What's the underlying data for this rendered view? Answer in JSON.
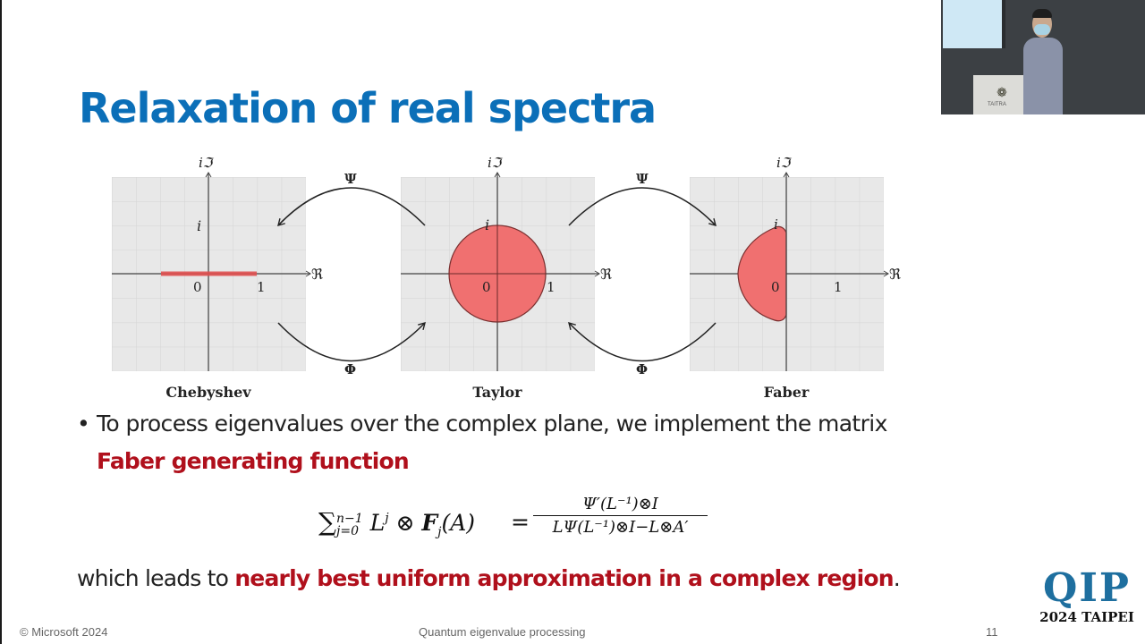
{
  "slide": {
    "title": "Relaxation of real spectra",
    "diagram": {
      "panels": [
        {
          "caption": "Chebyshev",
          "region": "segment [-1, 1] on real axis",
          "labels": {
            "imag_axis": "iℑ",
            "real_axis": "ℜ",
            "i": "i",
            "zero": "0",
            "one": "1"
          }
        },
        {
          "caption": "Taylor",
          "region": "unit disk",
          "labels": {
            "imag_axis": "iℑ",
            "real_axis": "ℜ",
            "i": "i",
            "zero": "0",
            "one": "1"
          }
        },
        {
          "caption": "Faber",
          "region": "left half-disk (Re ≤ 0)",
          "labels": {
            "imag_axis": "iℑ",
            "real_axis": "ℜ",
            "i": "i",
            "zero": "0",
            "one": "1"
          }
        }
      ],
      "maps": {
        "psi": "Ψ",
        "phi": "Φ"
      },
      "colors": {
        "region_fill": "#f07070",
        "grid_bg": "#e8e8e8",
        "grid_line": "#d4d4d4"
      }
    },
    "bullet": {
      "text": "To process eigenvalues over the complex plane, we implement the matrix",
      "highlight": "Faber generating function"
    },
    "formula": {
      "lhs_sum": "∑",
      "lhs_sup": "n−1",
      "lhs_sub": "j=0",
      "lhs_body_1": "L",
      "lhs_body_1_sup": "j",
      "lhs_body_2": " ⊗ ",
      "lhs_body_3": "F",
      "lhs_body_3_sub": "j",
      "lhs_body_4": "(A)",
      "equals": "=",
      "numerator": "Ψ′(L⁻¹)⊗I",
      "denominator": "LΨ(L⁻¹)⊗I−L⊗A′"
    },
    "conclusion": {
      "prefix": "which leads to ",
      "highlight": "nearly best uniform approximation in a complex region",
      "suffix": "."
    },
    "footer": {
      "copyright": "© Microsoft 2024",
      "center": "Quantum eigenvalue processing",
      "page_number": "11"
    },
    "logo": {
      "letters": "QIP",
      "subtitle": "2024 TAIPEI"
    },
    "video_inset": {
      "podium_label": "TAITRA"
    },
    "accent_colors": {
      "title": "#0b6fb8",
      "highlight": "#b0101c"
    }
  }
}
